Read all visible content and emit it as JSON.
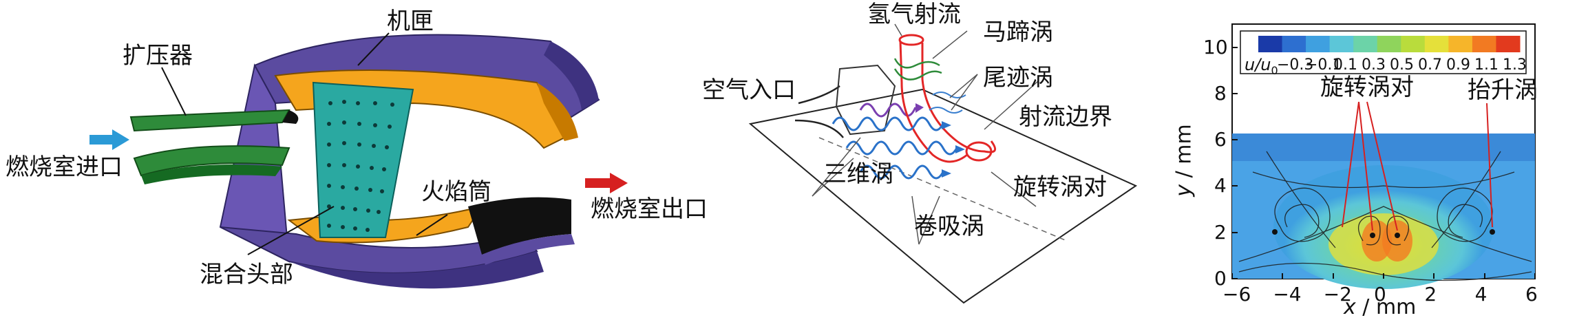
{
  "panel1": {
    "labels": {
      "casing": "机匣",
      "diffuser": "扩压器",
      "inlet": "燃烧室进口",
      "liner": "火焰筒",
      "outlet": "燃烧室出口",
      "head": "混合头部"
    },
    "colors": {
      "casing": "#5a4a9e",
      "liner": "#f4a51c",
      "diffuser": "#2e8b3a",
      "head": "#2aa7a0",
      "inlet_arrow": "#2b9ad6",
      "outlet_arrow": "#d62020"
    }
  },
  "panel2": {
    "labels": {
      "h2_jet": "氢气射流",
      "horseshoe": "马蹄涡",
      "air_inlet": "空气入口",
      "wake": "尾迹涡",
      "jet_boundary": "射流边界",
      "vortex_3d": "三维涡",
      "counter_rotating": "旋转涡对",
      "entrainment": "卷吸涡"
    }
  },
  "panel3": {
    "colorbar_label": "u/u",
    "colorbar_label_sub": "0",
    "colorbar_ticks": [
      "−0.3",
      "−0.1",
      "0.1",
      "0.3",
      "0.5",
      "0.7",
      "0.9",
      "1.1",
      "1.3"
    ],
    "colorbar_colors": [
      "#1a3aa8",
      "#2d6fd0",
      "#3fa0e0",
      "#5cc6d8",
      "#6cd3a8",
      "#8fd45c",
      "#b9dc3c",
      "#e5e03a",
      "#f6b52a",
      "#f27a22",
      "#e23a1e"
    ],
    "annotations": {
      "counter_rotating": "旋转涡对",
      "lift_vortex": "抬升涡"
    },
    "x_ticks": [
      "−6",
      "−4",
      "−2",
      "0",
      "2",
      "4",
      "6"
    ],
    "y_ticks": [
      "0",
      "2",
      "4",
      "6",
      "8",
      "10"
    ],
    "xlabel_var": "x",
    "xlabel_unit": " / mm",
    "ylabel_var": "y",
    "ylabel_unit": " / mm"
  }
}
